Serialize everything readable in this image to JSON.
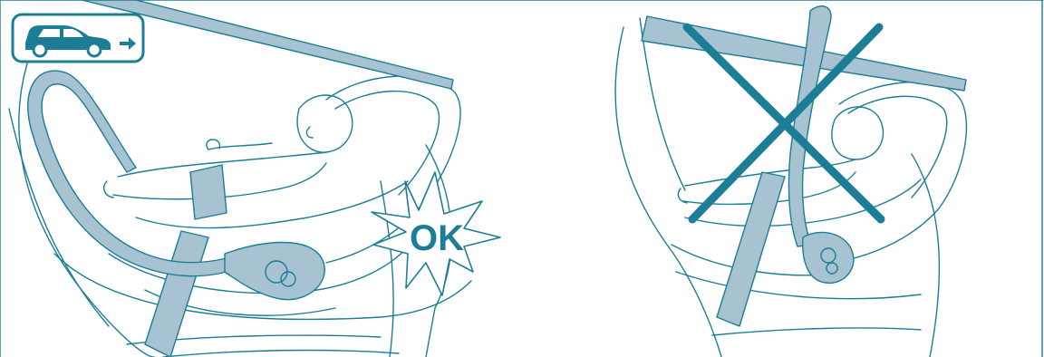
{
  "colors": {
    "accent": "#1b7d96",
    "belt_fill": "#a7c3d1",
    "line": "#1b7d96",
    "background": "#ffffff"
  },
  "panels": [
    {
      "id": "correct-installation",
      "indicator": "OK",
      "icon": "car-forward-direction-icon"
    },
    {
      "id": "incorrect-installation",
      "indicator_icon": "cross-mark-icon"
    }
  ]
}
